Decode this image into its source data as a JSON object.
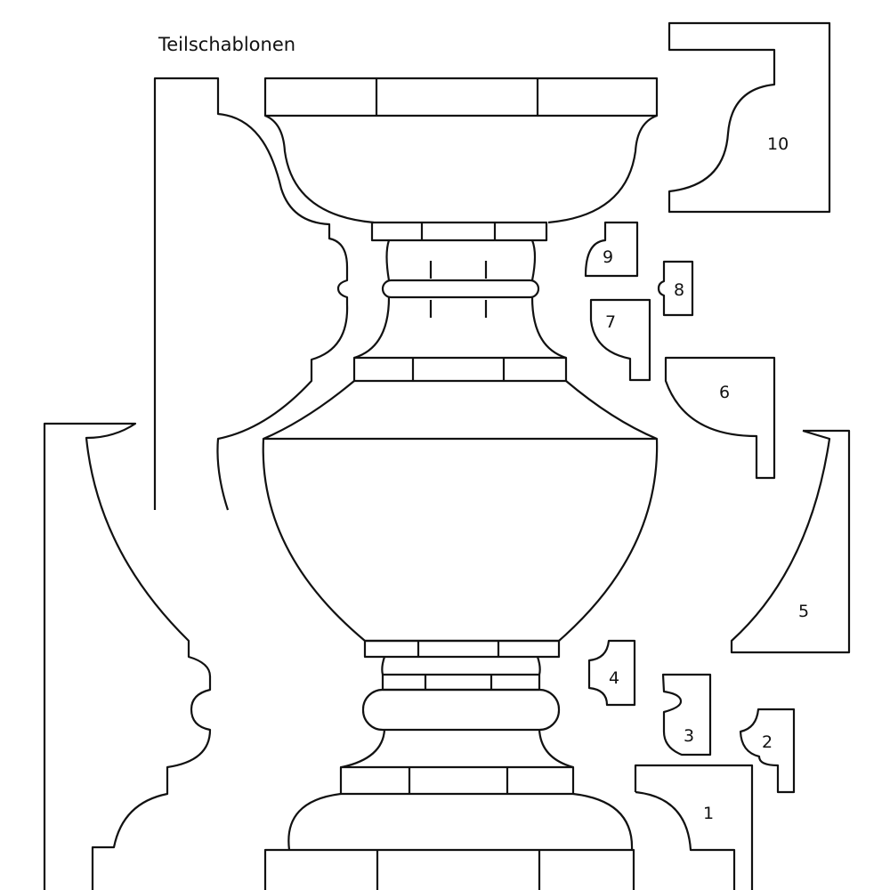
{
  "title": "Teilschablonen",
  "templates": [
    {
      "label": "1"
    },
    {
      "label": "2"
    },
    {
      "label": "3"
    },
    {
      "label": "4"
    },
    {
      "label": "5"
    },
    {
      "label": "6"
    },
    {
      "label": "7"
    },
    {
      "label": "8"
    },
    {
      "label": "9"
    },
    {
      "label": "10"
    }
  ]
}
